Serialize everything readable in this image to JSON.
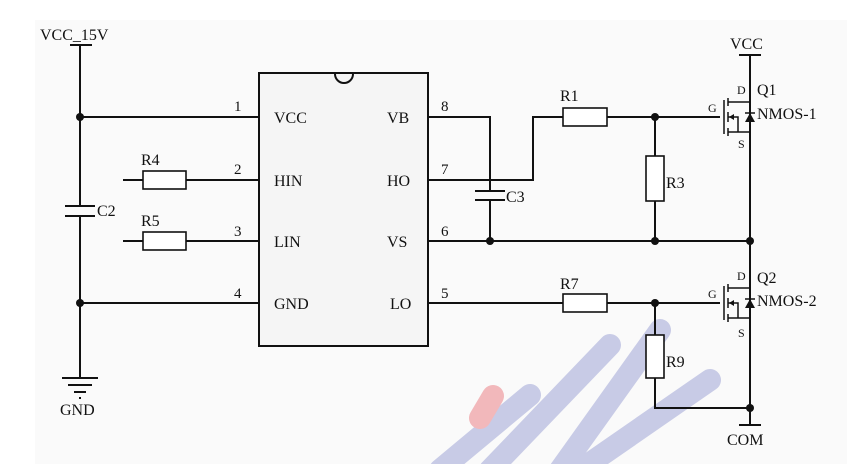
{
  "power": {
    "vcc15": "VCC_15V",
    "gnd": "GND",
    "vcc": "VCC",
    "com": "COM"
  },
  "ic": {
    "left_pins": [
      {
        "num": "1",
        "name": "VCC"
      },
      {
        "num": "2",
        "name": "HIN"
      },
      {
        "num": "3",
        "name": "LIN"
      },
      {
        "num": "4",
        "name": "GND"
      }
    ],
    "right_pins": [
      {
        "num": "8",
        "name": "VB"
      },
      {
        "num": "7",
        "name": "HO"
      },
      {
        "num": "6",
        "name": "VS"
      },
      {
        "num": "5",
        "name": "LO"
      }
    ]
  },
  "components": {
    "r1": "R1",
    "r3": "R3",
    "r4": "R4",
    "r5": "R5",
    "r7": "R7",
    "r9": "R9",
    "c2": "C2",
    "c3": "C3"
  },
  "mosfets": [
    {
      "ref": "Q1",
      "type": "NMOS-1",
      "g": "G",
      "d": "D",
      "s": "S"
    },
    {
      "ref": "Q2",
      "type": "NMOS-2",
      "g": "G",
      "d": "D",
      "s": "S"
    }
  ],
  "colors": {
    "wire": "#111111",
    "background": "#fafafa",
    "watermark_blue": "#c8cbe6",
    "watermark_red": "#f2b8bb"
  }
}
